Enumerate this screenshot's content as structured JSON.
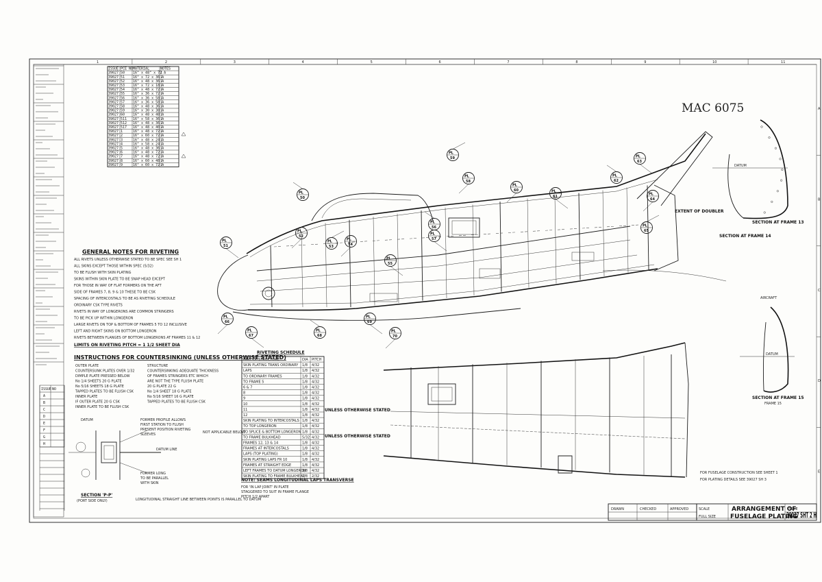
{
  "sheet": {
    "zone_numbers_top": [
      "1",
      "2",
      "3",
      "4",
      "5",
      "6",
      "7",
      "8",
      "9",
      "10",
      "11"
    ],
    "zone_letters_right": [
      "A",
      "B",
      "C",
      "D",
      "E"
    ],
    "handwritten_note": "MAC 6075"
  },
  "material_table": {
    "headers": [
      "ISSUE",
      "PCE NO",
      "MATERIAL",
      "NOTES"
    ],
    "rows": [
      [
        "39027",
        "50",
        "16\" x 48\" x 72 A",
        "1"
      ],
      [
        "39027",
        "51",
        "16\" x 72 x 36 A",
        "1"
      ],
      [
        "39027",
        "52",
        "16\" x 48 x 36 A",
        "1"
      ],
      [
        "39027",
        "53",
        "16\" x 72 x 18 A",
        "1"
      ],
      [
        "39027",
        "54",
        "16\" x 48 x 72 A",
        "1"
      ],
      [
        "39027",
        "55",
        "16\" x 36 x 72 A",
        "1"
      ],
      [
        "39027",
        "56",
        "16\" x 36 x 58 A",
        "1"
      ],
      [
        "39027",
        "57",
        "16\" x 36 x 58 A",
        "1"
      ],
      [
        "39027",
        "58",
        "16\" x 48 x 36 A",
        "1"
      ],
      [
        "39027",
        "59",
        "16\" x 30 x 38 A",
        "1"
      ],
      [
        "39027",
        "60",
        "16\" x 48 x 48 A",
        "1"
      ],
      [
        "39027",
        "511",
        "16\" x 58 x 36 A",
        "1"
      ],
      [
        "39027",
        "512",
        "16\" x 48 x 36 A",
        "1"
      ],
      [
        "39027",
        "517",
        "16\" x 48 x 40 A",
        "1"
      ],
      [
        "39027",
        "1",
        "16\" x 48 x 72 A",
        "1"
      ],
      [
        "39027",
        "2",
        "16\" x 60 x 72 A",
        "1"
      ],
      [
        "39027",
        "3",
        "16\" x 48 x 24 A",
        "1"
      ],
      [
        "39027",
        "4",
        "16\" x 58 x 24 A",
        "1"
      ],
      [
        "39027",
        "5",
        "16\" x 48 x 36 A",
        "1"
      ],
      [
        "39027",
        "6",
        "16\" x 48 x 72 A",
        "1"
      ],
      [
        "39027",
        "7",
        "16\" x 48 x 72 A",
        "1"
      ],
      [
        "39027",
        "8",
        "16\" x 60 x 48 A",
        "1"
      ],
      [
        "39027",
        "9",
        "16\" x 60 x 72 A",
        "1"
      ]
    ]
  },
  "notes": {
    "riveting_title": "GENERAL NOTES FOR RIVETING",
    "riveting_lines": [
      "ALL RIVETS UNLESS OTHERWISE STATED TO BE SPEC SEE SH 1",
      "ALL SKINS EXCEPT THOSE WITHIN SPEC (5/32)",
      "TO BE FLUSH WITH SKIN PLATING",
      "SKINS WITHIN SKIN PLATE TO BE SNAP HEAD EXCEPT",
      "FOR THOSE IN WAY OF FLAT FORMERS ON THE AFT",
      "SIDE OF FRAMES 7, 8, 9 & 10 THESE TO BE CSK",
      "SPACING OF INTERCOSTALS TO BE AS RIVETING SCHEDULE",
      "ORDINARY CSK TYPE RIVETS",
      "RIVETS IN WAY OF LONGERONS ARE COMMON STRINGERS",
      "TO BE PICK UP WITHIN LONGERON",
      "LARGE RIVETS ON TOP & BOTTOM OF FRAMES 5 TO 12 INCLUSIVE",
      "LEFT AND RIGHT SKINS ON BOTTOM LONGERON",
      "RIVETS BETWEEN FLANGES OF BOTTOM LONGERONS AT FRAMES 11 & 12"
    ],
    "riveting_footer": "LIMITS ON RIVETING PITCH = 1 1/2 SHEET DIA",
    "cs_title": "INSTRUCTIONS FOR COUNTERSINKING (UNLESS OTHERWISE STATED)",
    "cs_left": [
      "OUTER PLATE",
      "COUNTERSUNK PLATES OVER 1/32",
      "DIMPLE PLATE PRESSED BELOW",
      "No 1/4 SHEETS 20 G PLATE",
      "No 5/16 SHEETS 18 G PLATE",
      "TAPPED PLATES TO BE FLUSH CSK",
      "INNER PLATE",
      "IF OUTER PLATE 20 G CSK",
      "INNER PLATE TO BE FLUSH CSK"
    ],
    "cs_right": [
      "STRUCTURE",
      "COUNTERSINKING ADEQUATE THICKNESS",
      "OF FRAMES STRINGERS ETC WHICH",
      "ARE NOT THE TYPE FLUSH PLATE",
      "20 G PLATE 22 G",
      "No 1/4 SHEET 18 G PLATE",
      "No 5/16 SHEET 16 G PLATE",
      "TAPPED PLATES TO BE FLUSH CSK"
    ],
    "section_pp": "SECTION 'P-P'",
    "section_pp_sub": "(PORT SIDE ONLY)",
    "datum_label": "DATUM",
    "datum_line_label": "DATUM LINE",
    "pp_notes": [
      "FORMER PROFILE ALLOWS",
      "FIRST STATION TO FLUSH",
      "PRESENT POSITION RIVETING",
      "SLEEVES"
    ],
    "pp_notes_lower": [
      "FORMER LONG",
      "TO BE PARALLEL",
      "WITH SKIN"
    ],
    "pp_bottom_note": "LONGITUDINAL STRAIGHT LINE BETWEEN POINTS IS PARALLEL TO DATUM",
    "seam_note_title": "NOTE: SEAMS LONGITUDINAL LAPS TRANSVERSE",
    "seam_note_lines": [
      "FOR 'IN LAP JOINT' IN PLATE",
      "STAGGERED TO SUIT IN FRAME FLANGE",
      "PITCH 1/2 APART"
    ],
    "fuselage_ref_1": "FOR FUSELAGE CONSTRUCTION SEE SHEET 1",
    "fuselage_ref_2": "FOR PLATING DETAILS SEE 39027 SH 3",
    "not_applicable": "NOT APPLICABLE BELOW",
    "unless_1": "UNLESS OTHERWISE STATED",
    "unless_2": "UNLESS OTHERWISE STATED",
    "extent_of_doubler": "EXTENT OF DOUBLER",
    "datum_right": "DATUM",
    "aircraft_label": "AIRCRAFT",
    "datum_right_2": "DATUM"
  },
  "riveting_schedule": {
    "title": "RIVETING SCHEDULE",
    "headers": [
      "PART OF STRUCTURE",
      "DIA",
      "PITCH"
    ],
    "rows": [
      [
        "SKIN PLATING TRANS ORDINARY",
        "1/8",
        "4/32"
      ],
      [
        "LAPS",
        "1/8",
        "4/32"
      ],
      [
        "TO ORDINARY FRAMES",
        "1/8",
        "4/32"
      ],
      [
        "TO FRAME 5",
        "1/8",
        "4/32"
      ],
      [
        "6 & 7",
        "1/8",
        "4/32"
      ],
      [
        "8",
        "1/8",
        "4/32"
      ],
      [
        "9",
        "1/8",
        "4/32"
      ],
      [
        "10",
        "1/8",
        "4/32"
      ],
      [
        "11",
        "1/8",
        "4/32"
      ],
      [
        "12",
        "1/8",
        "4/32"
      ],
      [
        "SKIN PLATING TO INTERCOSTALS",
        "1/8",
        "4/32"
      ],
      [
        "TO TOP LONGERON",
        "1/8",
        "4/32"
      ],
      [
        "TO SPLICE & BOTTOM LONGERON",
        "1/8",
        "4/32"
      ],
      [
        "TO FRAME BULKHEAD",
        "5/32",
        "4/32"
      ],
      [
        "FRAMES 12, 13 & 14",
        "1/8",
        "4/32"
      ],
      [
        "FRAMES AT INTERCOSTALS",
        "1/8",
        "4/32"
      ],
      [
        "LAPS (TOP PLATING)",
        "1/8",
        "4/32"
      ],
      [
        "SKIN PLATING LAPS FR 10",
        "1/8",
        "4/32"
      ],
      [
        "FRAMES AT STRAIGHT EDGE",
        "1/8",
        "4/32"
      ],
      [
        "LEFT FRAMES TO DATUM LONGERON",
        "1/8",
        "4/32"
      ],
      [
        "SKIN PLATING TO FRAME BULKHEAD",
        "1/8",
        "2/32"
      ]
    ]
  },
  "title_block": {
    "title_line_1": "ARRANGEMENT OF",
    "title_line_2": "FUSELAGE PLATING",
    "drawing_number": "39027 SHT 2 H",
    "left_cells": [
      "DRAWN",
      "CHECKED",
      "APPROVED"
    ],
    "issue_label": "ISSUE",
    "scale_label": "SCALE",
    "scale_value": "FULL SIZE"
  },
  "revision_table": {
    "headers": [
      "ISSUE",
      "NO"
    ],
    "rows": [
      "A",
      "B",
      "C",
      "D",
      "E",
      "F",
      "G",
      "H"
    ]
  },
  "sections": {
    "frame_13": "SECTION AT FRAME 13",
    "frame_15": "SECTION AT FRAME 15",
    "frame_14": "SECTION AT FRAME 14"
  },
  "callouts": [
    "PL 50",
    "PL 51",
    "PL 52",
    "PL 53",
    "PL 54",
    "PL 55",
    "PL 56",
    "PL 57",
    "PL 58",
    "PL 59",
    "PL 60",
    "PL 61",
    "PL 62",
    "PL 63",
    "PL 64",
    "PL 65",
    "PL 66",
    "PL 67",
    "PL 68",
    "PL 69",
    "PL 70"
  ]
}
